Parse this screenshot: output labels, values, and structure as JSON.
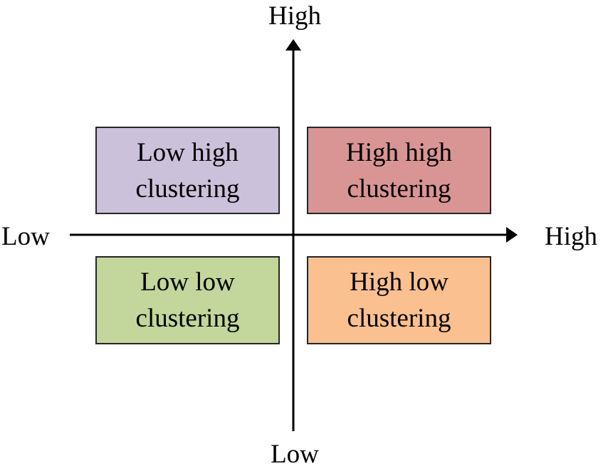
{
  "axes": {
    "y_top_label": "High",
    "y_bottom_label": "Low",
    "x_left_label": "Low",
    "x_right_label": "High",
    "color": "#000000"
  },
  "quadrants": {
    "top_left": {
      "line1": "Low high",
      "line2": "clustering",
      "color": "#ccc1da"
    },
    "top_right": {
      "line1": "High high",
      "line2": "clustering",
      "color": "#d99594"
    },
    "bottom_left": {
      "line1": "Low low",
      "line2": "clustering",
      "color": "#c3d69b"
    },
    "bottom_right": {
      "line1": "High low",
      "line2": "clustering",
      "color": "#fac090"
    }
  }
}
